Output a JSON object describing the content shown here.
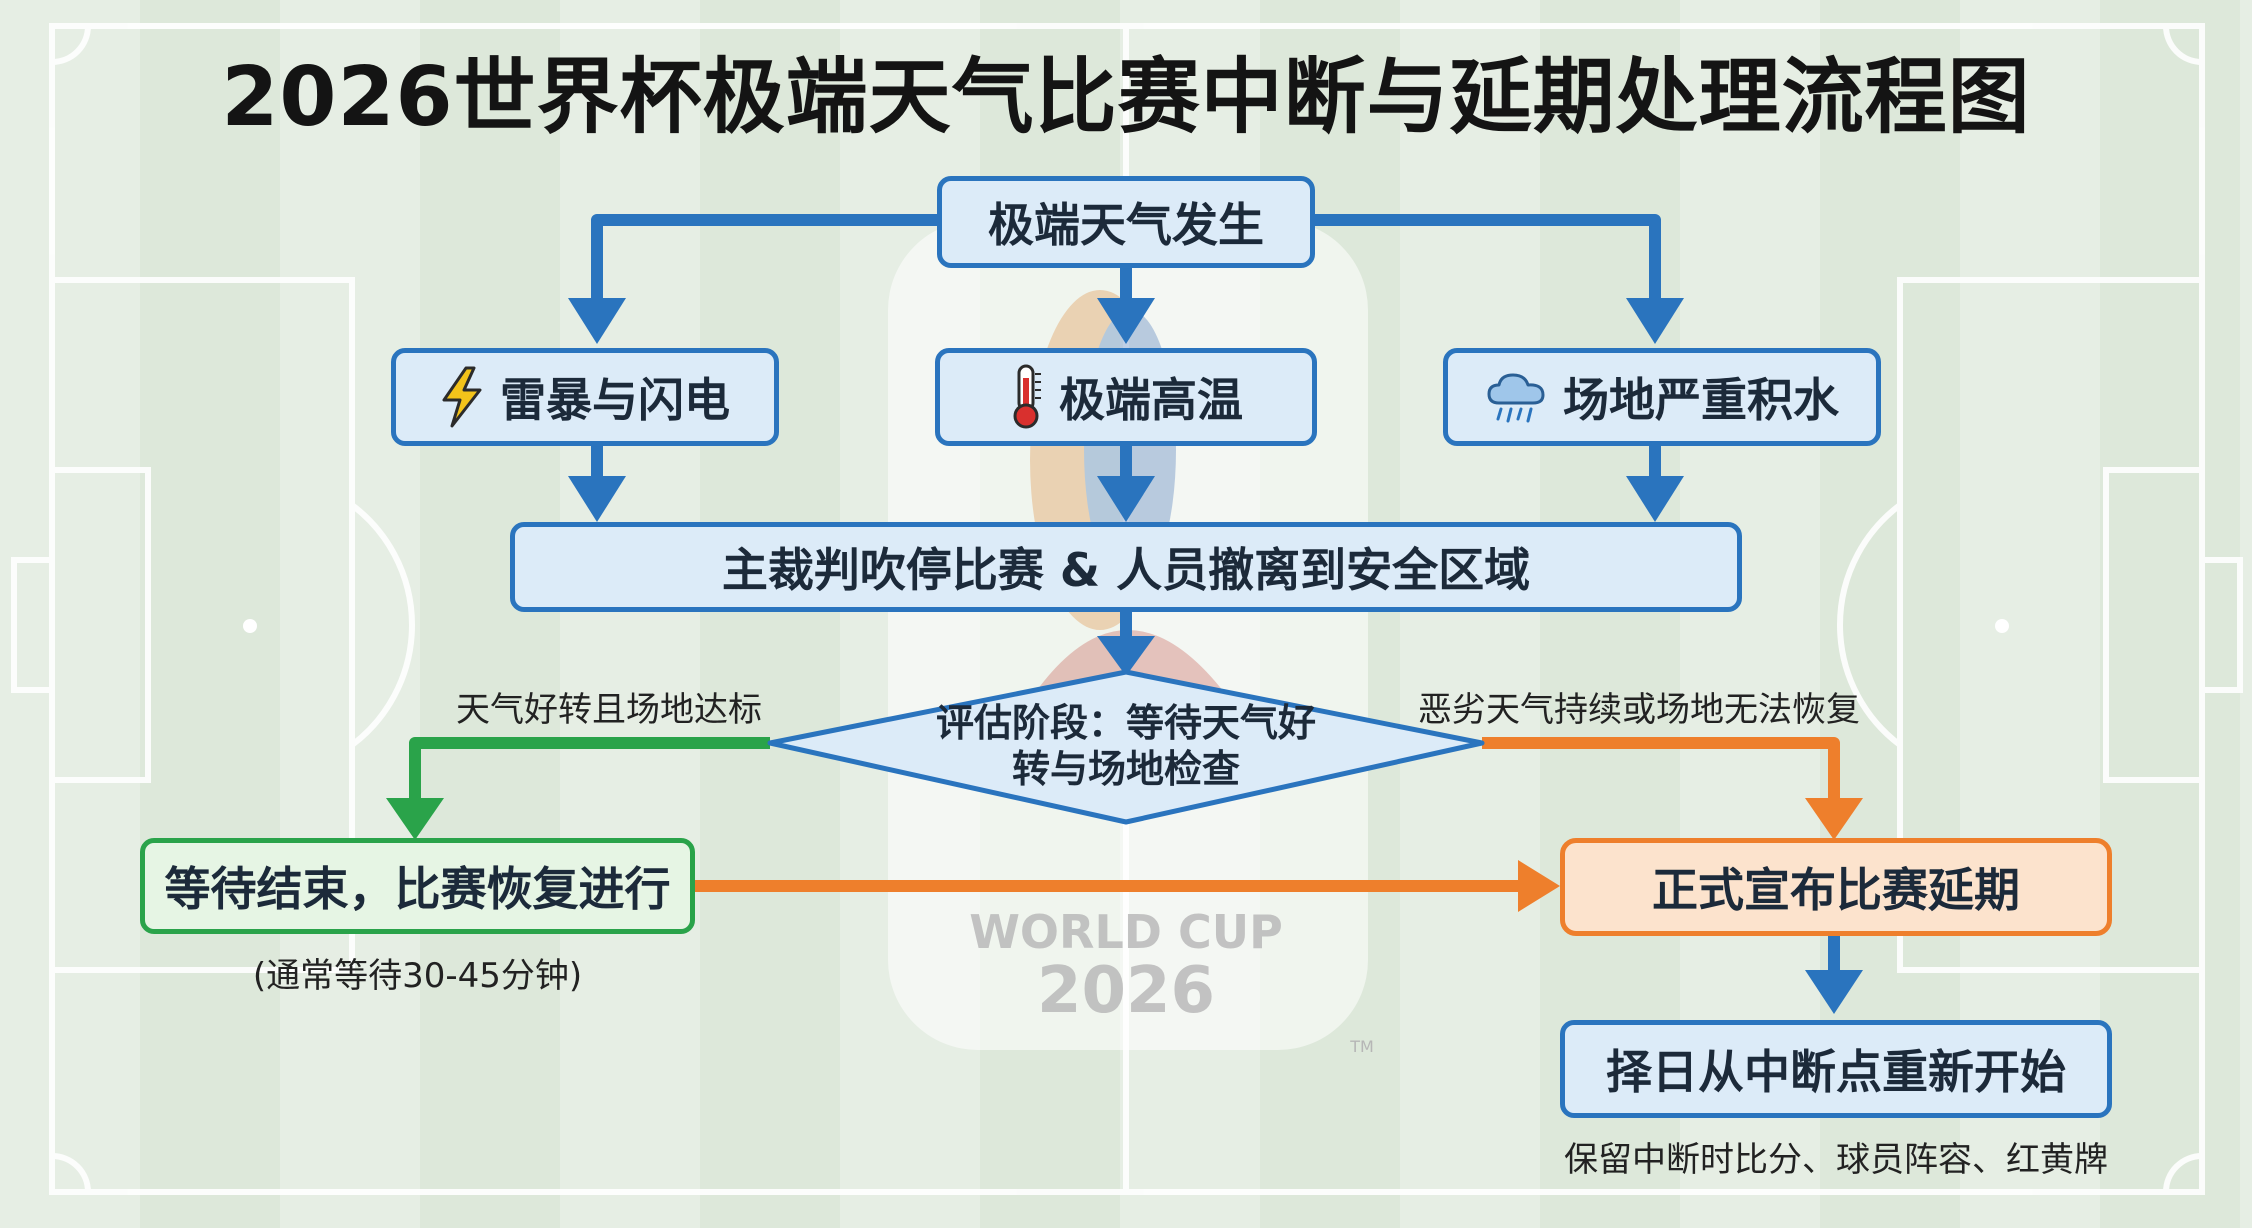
{
  "title": "2026世界杯极端天气比赛中断与延期处理流程图",
  "background": {
    "watermark_line1": "WORLD CUP",
    "watermark_line2": "2026",
    "watermark_tm": "TM"
  },
  "nodes": {
    "start": "极端天气发生",
    "thunder": "雷暴与闪电",
    "heat": "极端高温",
    "waterlogging": "场地严重积水",
    "suspend": "主裁判吹停比赛 & 人员撤离到安全区域",
    "assess_line1": "评估阶段：等待天气好",
    "assess_line2": "转与场地检查",
    "resume": "等待结束，比赛恢复进行",
    "postpone": "正式宣布比赛延期",
    "restart": "择日从中断点重新开始"
  },
  "edge_labels": {
    "good": "天气好转且场地达标",
    "bad": "恶劣天气持续或场地无法恢复"
  },
  "notes": {
    "resume_note": "(通常等待30-45分钟)",
    "restart_note": "保留中断时比分、球员阵容、红黄牌"
  },
  "icons": {
    "thunder": "lightning-bolt-icon",
    "heat": "thermometer-icon",
    "waterlogging": "rain-cloud-icon"
  },
  "colors": {
    "blue": "#2a74be",
    "green": "#2aa34a",
    "orange": "#ee7f2c"
  }
}
